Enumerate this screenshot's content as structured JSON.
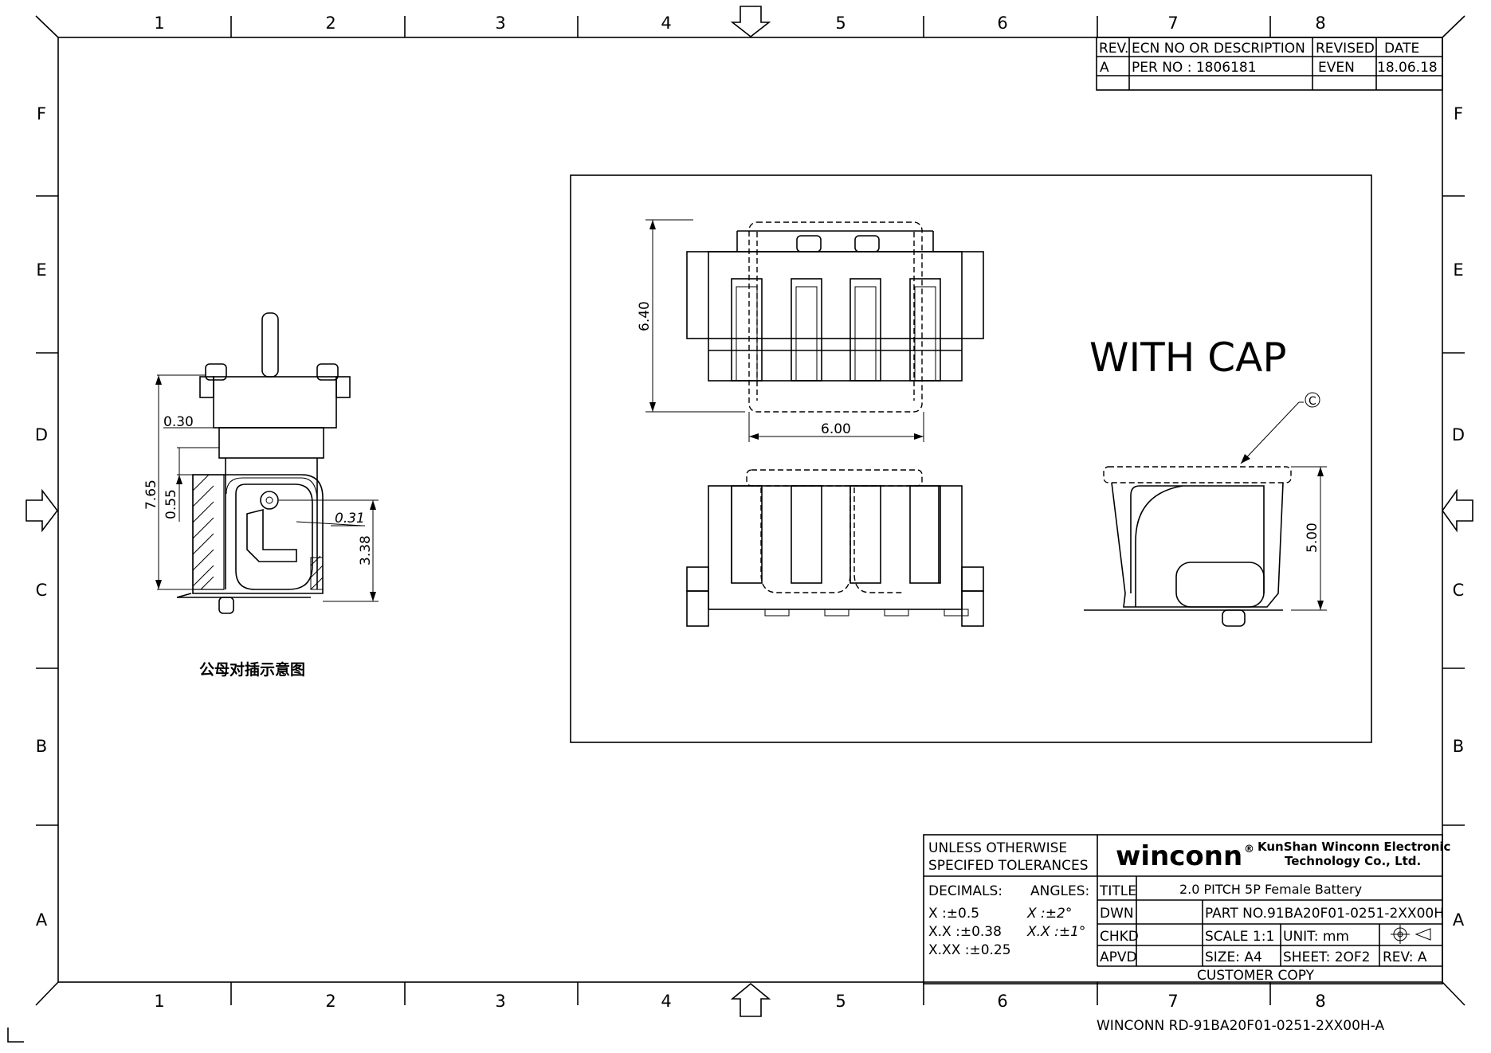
{
  "zones": {
    "columns": [
      "1",
      "2",
      "3",
      "4",
      "5",
      "6",
      "7",
      "8"
    ],
    "rows": [
      "F",
      "E",
      "D",
      "C",
      "B",
      "A"
    ]
  },
  "revision_table": {
    "headers": [
      "REV.",
      "ECN NO OR DESCRIPTION",
      "REVISED",
      "DATE"
    ],
    "rows": [
      [
        "A",
        "PER NO : 1806181",
        "EVEN",
        "18.06.18"
      ]
    ]
  },
  "views": {
    "with_cap_label": "WITH CAP",
    "mating_caption": "公母对插示意图",
    "cap_callout": "C"
  },
  "dimensions": {
    "height_top": "6.40",
    "width_top": "6.00",
    "height_side": "5.00",
    "mating_d1": "0.30",
    "mating_d2": "7.65",
    "mating_d3": "0.55",
    "mating_d4": "0.31",
    "mating_d5": "3.38"
  },
  "title_block": {
    "tolerance_header_1": "UNLESS OTHERWISE",
    "tolerance_header_2": "SPECIFED TOLERANCES",
    "decimals_label": "DECIMALS:",
    "angles_label": "ANGLES:",
    "tol_x": "X    :±0.5",
    "tol_xx": "X.X   :±0.38",
    "tol_xxx": "X.XX :±0.25",
    "ang_x": "X   :±2°",
    "ang_xx": "X.X :±1°",
    "logo": "winconn",
    "company_1": "KunShan Winconn Electronic",
    "company_2": "Technology Co., Ltd.",
    "title_label": "TITLE",
    "title_value": "2.0 PITCH 5P Female Battery",
    "dwn_label": "DWN",
    "chkd_label": "CHKD",
    "apvd_label": "APVD",
    "part_no": "PART NO.91BA20F01-0251-2XX00H",
    "scale": "SCALE 1:1",
    "unit": "UNIT:   mm",
    "size": "SIZE:  A4",
    "sheet": "SHEET: 2OF2",
    "rev": "REV: A",
    "customer_copy": "CUSTOMER COPY"
  },
  "footer": "WINCONN RD-91BA20F01-0251-2XX00H-A"
}
